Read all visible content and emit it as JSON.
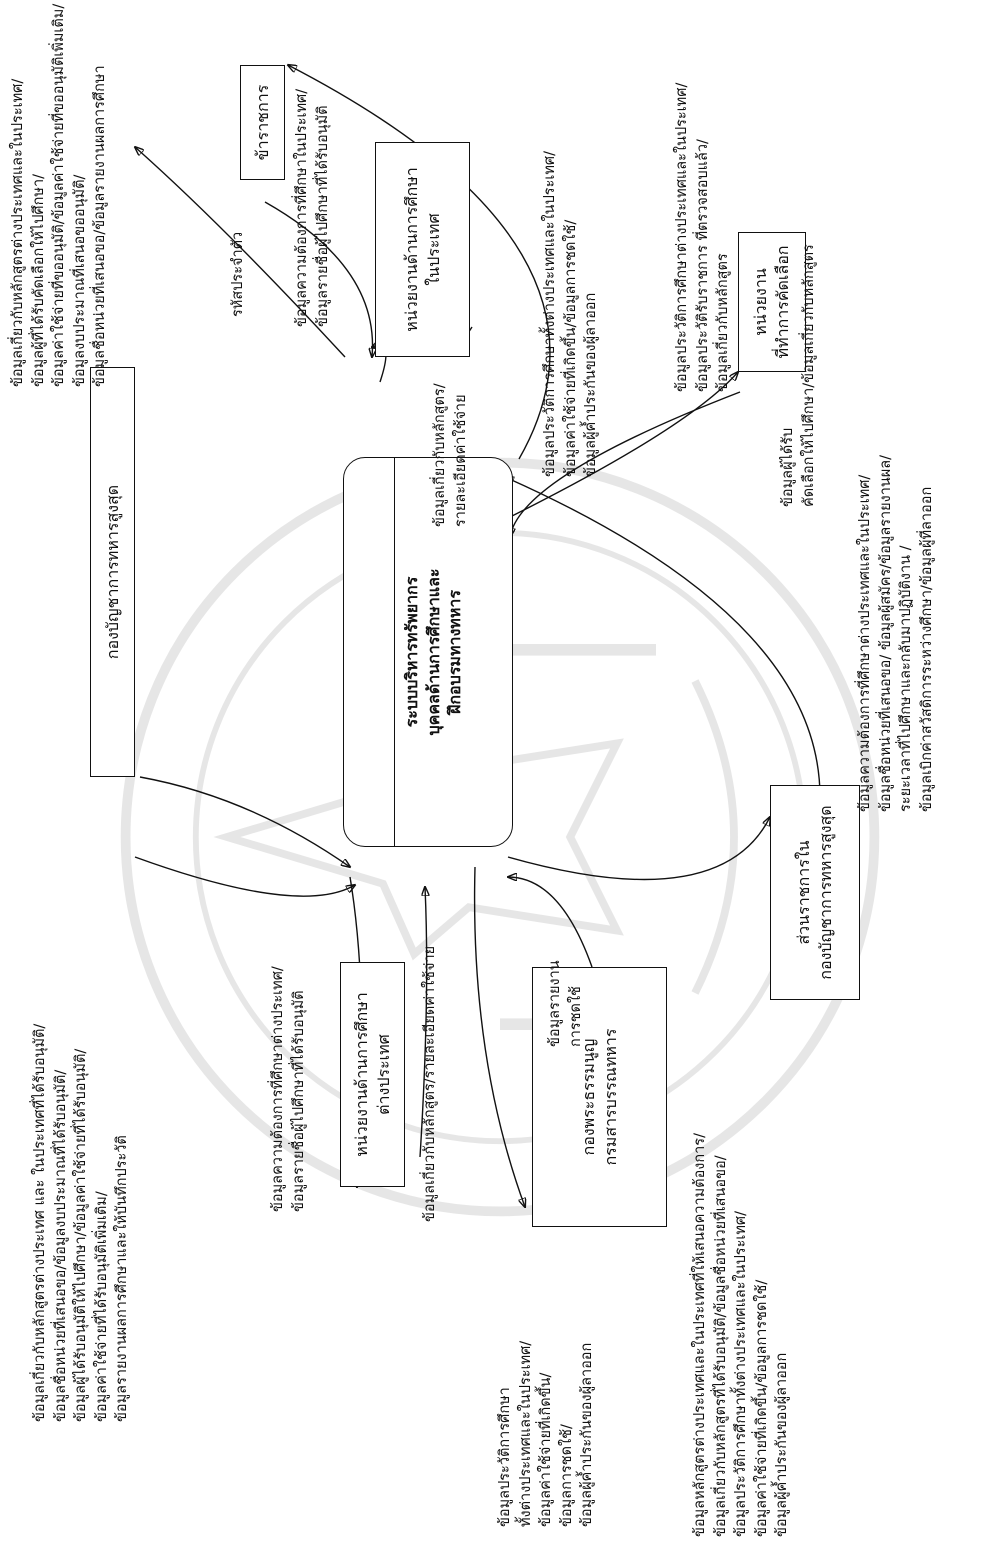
{
  "diagram": {
    "center": {
      "lines": [
        "ระบบบริหารทรัพยากร",
        "บุคคลด้านการศึกษาและ",
        "ฝึกอบรมทางทหาร"
      ]
    },
    "entities": {
      "supreme": {
        "lines": [
          "กองบัญชาการทหารสูงสุด"
        ]
      },
      "domestic_edu": {
        "lines": [
          "หน่วยงานด้านการศึกษา",
          "ในประเทศ"
        ]
      },
      "officer": {
        "lines": [
          "ข้าราชการ"
        ]
      },
      "selection": {
        "lines": [
          "หน่วยงาน",
          "ที่ทำการคัดเลือก"
        ]
      },
      "sub_unit": {
        "lines": [
          "ส่วนราชการใน",
          "กองบัญชาการทหารสูงสุด"
        ]
      },
      "finance": {
        "lines": [
          "กองพระธรรมนูญ",
          "กรมสารบรรณทหาร"
        ]
      },
      "foreign_edu": {
        "lines": [
          "หน่วยงานด้านการศึกษา",
          "ต่างประเทศ"
        ]
      }
    },
    "labels": {
      "supreme_out": [
        "ข้อมูลเกี่ยวกับหลักสูตรต่างประเทศและในประเทศ/",
        "ข้อมูลผู้ที่ได้รับคัดเลือกให้ไปศึกษา/",
        "ข้อมูลค่าใช้จ่ายที่ขออนุมัติ/ข้อมูลค่าใช้จ่ายที่ขออนุมัติเพิ่มเติม/",
        "ข้อมูลงบประมาณที่เสนอขออนุมัติ/",
        "ข้อมูลชื่อหน่วยที่เสนอขอ/ข้อมูลรายงานผลการศึกษา"
      ],
      "supreme_in": [
        "ข้อมูลเกี่ยวกับหลักสูตรต่างประเทศ และ ในประเทศที่ได้รับอนุมัติ/",
        "ข้อมูลชื่อหน่วยที่เสนอขอ/ข้อมูลงบประมาณที่ได้รับอนุมัติ/",
        "ข้อมูลผู้ได้รับอนุมัติให้ไปศึกษา/ข้อมูลค่าใช้จ่ายที่ได้รับอนุมัติ/",
        "ข้อมูลค่าใช้จ่ายที่ได้รับอนุมัติเพิ่มเติม/",
        "ข้อมูลรายงานผลการศึกษาและให้บันทึกประวัติ"
      ],
      "officer_flow": [
        "รหัสประจำตัว"
      ],
      "domestic_out": [
        "ข้อมูลความต้องการที่ศึกษาในประเทศ/",
        "ข้อมูลรายชื่อผู้ไปศึกษาที่ได้รับอนุมัติ"
      ],
      "domestic_in": [
        "ข้อมูลเกี่ยวกับหลักสูตร/",
        "รายละเอียดค่าใช้จ่าย"
      ],
      "officer_out": [
        "ข้อมูลประวัติการศึกษาทั้งต่างประเทศและในประเทศ/",
        "ข้อมูลค่าใช้จ่ายที่เกิดขึ้น/ข้อมูลการชดใช้/",
        "ข้อมูลผู้ค้ำประกันของผู้ลาออก"
      ],
      "selection_out": [
        "ข้อมูลประวัติการศึกษาต่างประเทศและในประเทศ/",
        "ข้อมูลประวัติรับราชการ ที่ตรวจสอบแล้ว/",
        "ข้อมูลเกี่ยวกับหลักสูตร"
      ],
      "selection_in": [
        "ข้อมูลผู้ได้รับ",
        "คัดเลือกให้ไปศึกษา/ข้อมูลเกี่ยวกับหลักสูตร"
      ],
      "sub_unit_in": [
        "ข้อมูลความต้องการที่ศึกษาต่างประเทศและในประเทศ/",
        "ข้อมูลชื่อหน่วยที่เสนอขอ/ ข้อมูลผู้สมัคร/ข้อมูลรายงานผล/",
        "ระยะเวลาที่ไปศึกษาและกลับมาปฏิบัติงาน /",
        "ข้อมูลเบิกค่าสวัสดิการระหว่างศึกษา/ข้อมูลผู้ที่ลาออก"
      ],
      "sub_unit_out": [
        "ข้อมูลหลักสูตรต่างประเทศและในประเทศที่ให้เสนอความต้องการ/",
        "ข้อมูลเกี่ยวกับหลักสูตรที่ได้รับอนุมัติ/ข้อมูลชื่อหน่วยที่เสนอขอ/",
        "ข้อมูลประวัติการศึกษาทั้งต่างประเทศและในประเทศ/",
        "ข้อมูลค่าใช้จ่ายที่เกิดขึ้น/ข้อมูลการชดใช้/",
        "ข้อมูลผู้ค้ำประกันของผู้ลาออก"
      ],
      "finance_in": [
        "ข้อมูลรายงาน",
        "การชดใช้"
      ],
      "finance_out": [
        "ข้อมูลประวัติการศึกษา",
        "ทั้งต่างประเทศและในประเทศ/",
        "ข้อมูลค่าใช้จ่ายที่เกิดขึ้น/",
        "ข้อมูลการชดใช้/",
        "ข้อมูลผู้ค้ำประกันของผู้ลาออก"
      ],
      "foreign_out": [
        "ข้อมูลความต้องการที่ศึกษาต่างประเทศ/",
        "ข้อมูลรายชื่อผู้ไปศึกษาที่ได้รับอนุมัติ"
      ],
      "foreign_in": [
        "ข้อมูลเกี่ยวกับหลักสูตร/รายละเอียดค่าใช้จ่าย"
      ]
    }
  }
}
